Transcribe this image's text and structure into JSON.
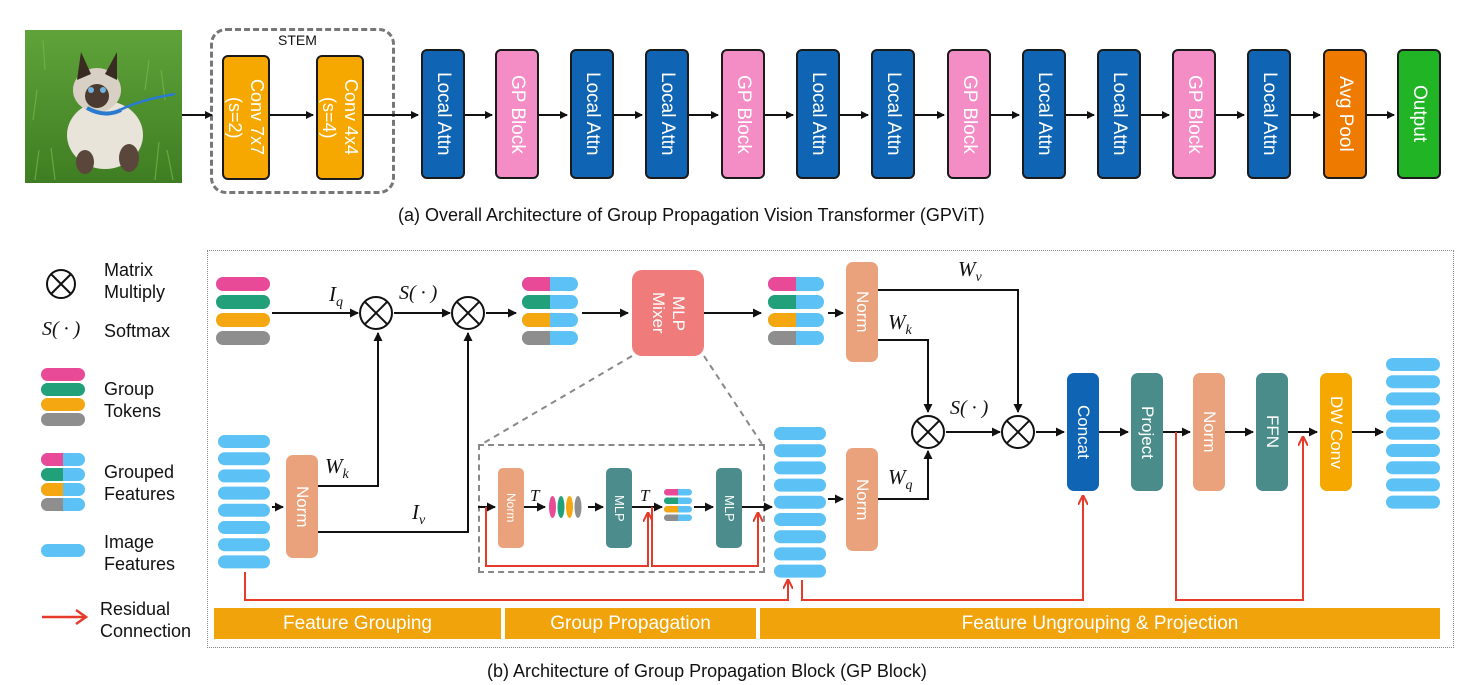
{
  "colors": {
    "stem": "#f7a800",
    "local_attn": "#0f65b3",
    "gp_block": "#f48cc6",
    "avg_pool": "#ee7a00",
    "output": "#21b526",
    "norm": "#eaa27d",
    "mlp": "#4c8c8c",
    "mlp_mixer": "#ef7b7b",
    "concat": "#0f65b3",
    "project": "#4a8c8a",
    "dw_conv": "#f7a800",
    "image_feature": "#5cc1f5",
    "token_pink": "#e84a98",
    "token_green": "#22a07a",
    "token_orange": "#f5a712",
    "token_gray": "#8e8e8e",
    "band": "#f0a30a",
    "residual": "#e63a2a"
  },
  "stem": {
    "label": "STEM",
    "conv1": [
      "Conv 7x7",
      "(s=2)"
    ],
    "conv2": [
      "Conv 4x4",
      "(s=4)"
    ]
  },
  "pipeline": [
    {
      "label": "Local Attn",
      "kind": "local_attn"
    },
    {
      "label": "GP Block",
      "kind": "gp_block"
    },
    {
      "label": "Local Attn",
      "kind": "local_attn"
    },
    {
      "label": "Local Attn",
      "kind": "local_attn"
    },
    {
      "label": "GP Block",
      "kind": "gp_block"
    },
    {
      "label": "Local Attn",
      "kind": "local_attn"
    },
    {
      "label": "Local Attn",
      "kind": "local_attn"
    },
    {
      "label": "GP Block",
      "kind": "gp_block"
    },
    {
      "label": "Local Attn",
      "kind": "local_attn"
    },
    {
      "label": "Local Attn",
      "kind": "local_attn"
    },
    {
      "label": "GP Block",
      "kind": "gp_block"
    },
    {
      "label": "Local Attn",
      "kind": "local_attn"
    },
    {
      "label": "Avg Pool",
      "kind": "avg_pool"
    },
    {
      "label": "Output",
      "kind": "output"
    }
  ],
  "captions": {
    "a": "(a) Overall Architecture of Group Propagation Vision Transformer (GPViT)",
    "b": "(b) Architecture of Group Propagation Block (GP Block)"
  },
  "legend": {
    "matrix_multiply": [
      "Matrix",
      "Multiply"
    ],
    "softmax_symbol": "S( · )",
    "softmax": "Softmax",
    "group_tokens": [
      "Group",
      "Tokens"
    ],
    "grouped_features": [
      "Grouped",
      "Features"
    ],
    "image_features": [
      "Image",
      "Features"
    ],
    "residual": [
      "Residual",
      "Connection"
    ]
  },
  "block": {
    "norm": "Norm",
    "mlp_mixer": [
      "MLP",
      "Mixer"
    ],
    "mlp": "MLP",
    "concat": "Concat",
    "project": "Project",
    "ffn": "FFN",
    "dw_conv": "DW Conv",
    "softmax_symbol": "S( · )",
    "transpose": "T",
    "symbols": {
      "iq": "I",
      "iq_sub": "q",
      "iv": "I",
      "iv_sub": "v",
      "wk": "W",
      "wk_sub": "k",
      "wv": "W",
      "wv_sub": "v",
      "wq": "W",
      "wq_sub": "q"
    }
  },
  "bands": [
    "Feature Grouping",
    "Group Propagation",
    "Feature Ungrouping & Projection"
  ]
}
